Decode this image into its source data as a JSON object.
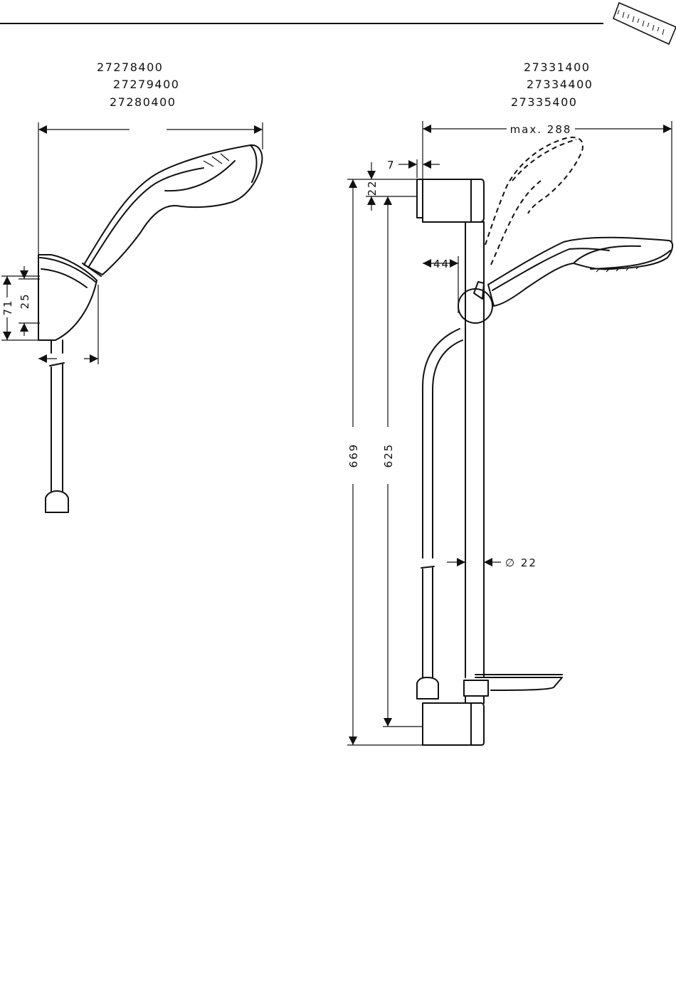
{
  "left_unit": {
    "product_codes": [
      "27278400",
      "27279400",
      "27280400"
    ],
    "dimensions": {
      "height": "71",
      "holder": "25"
    }
  },
  "right_unit": {
    "product_codes": [
      "27331400",
      "27334400",
      "27335400"
    ],
    "dimensions": {
      "max_width": "max. 288",
      "offset": "7",
      "bracket": "22",
      "depth": "44",
      "overall_height": "669",
      "bar_height": "625",
      "bar_diameter": "∅ 22"
    }
  }
}
